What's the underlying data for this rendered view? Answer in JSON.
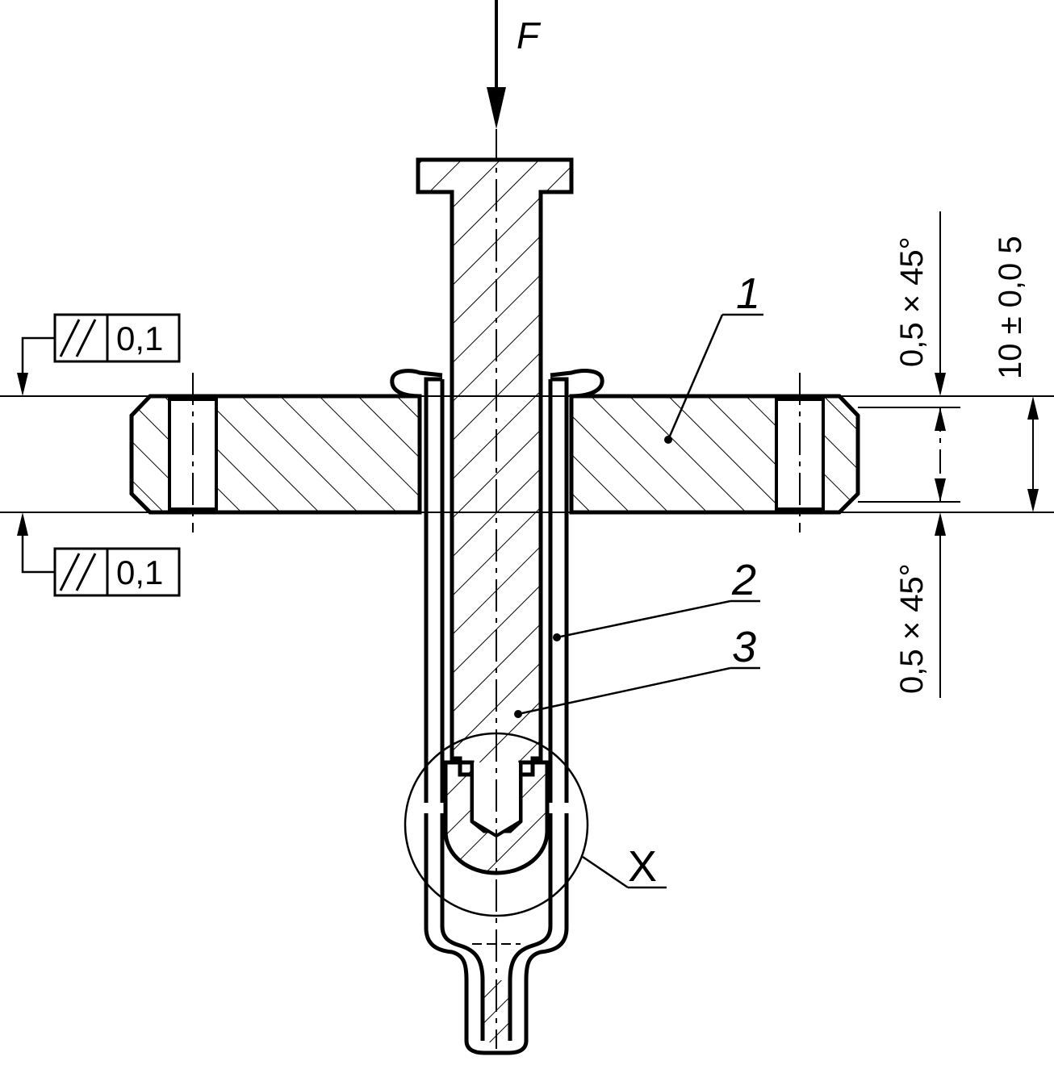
{
  "force_label": "F",
  "callouts": {
    "c1": "1",
    "c2": "2",
    "c3": "3",
    "detail": "X"
  },
  "dimensions": {
    "chamfer_top": "0,5 × 45°",
    "chamfer_bottom": "0,5 × 45°",
    "thickness": "10 ± 0,0 5"
  },
  "tolerances": {
    "top_value": "0,1",
    "bottom_value": "0,1"
  },
  "colors": {
    "ink": "#000000",
    "paper": "#ffffff"
  }
}
